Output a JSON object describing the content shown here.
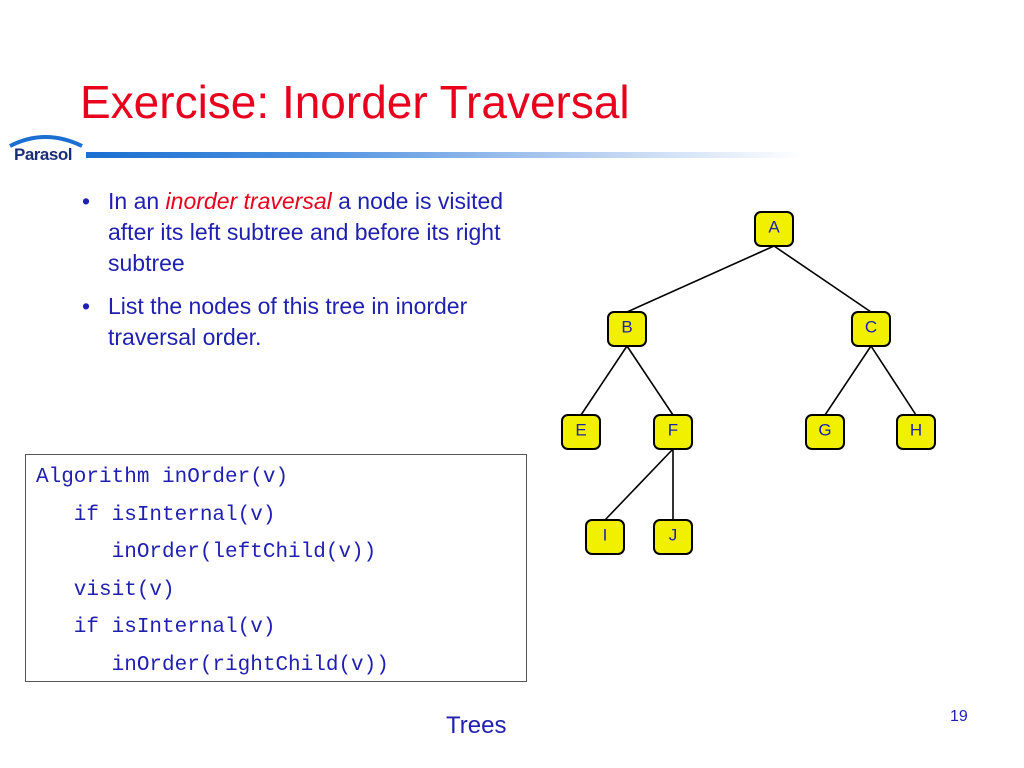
{
  "slide": {
    "title": "Exercise: Inorder Traversal",
    "logo_text": "Parasol",
    "footer": "Trees",
    "page_number": "19"
  },
  "bullets": [
    {
      "prefix": "In an ",
      "emphasis": "inorder traversal",
      "suffix": " a node is visited after its left subtree and before its right subtree"
    },
    {
      "text": "List the nodes of this tree in inorder traversal order."
    }
  ],
  "code": {
    "lines": [
      "Algorithm inOrder(v)",
      "   if isInternal(v)",
      "      inOrder(leftChild(v))",
      "   visit(v)",
      "   if isInternal(v)",
      "      inOrder(rightChild(v))"
    ]
  },
  "tree": {
    "nodes": [
      "A",
      "B",
      "C",
      "E",
      "F",
      "G",
      "H",
      "I",
      "J"
    ],
    "edges": [
      [
        "A",
        "B"
      ],
      [
        "A",
        "C"
      ],
      [
        "B",
        "E"
      ],
      [
        "B",
        "F"
      ],
      [
        "C",
        "G"
      ],
      [
        "C",
        "H"
      ],
      [
        "F",
        "I"
      ],
      [
        "F",
        "J"
      ]
    ]
  },
  "colors": {
    "title": "#e8001c",
    "body_text": "#1f1fb0",
    "node_fill": "#f0f000"
  }
}
